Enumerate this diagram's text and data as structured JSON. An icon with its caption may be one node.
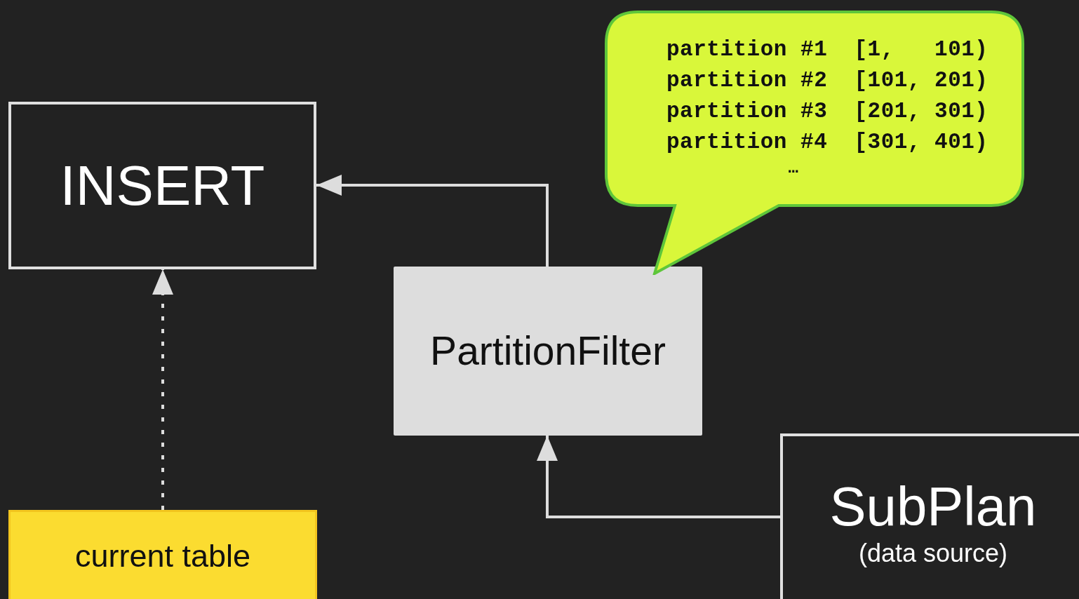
{
  "diagram": {
    "nodes": [
      {
        "text": [
          "INSERT"
        ]
      },
      {
        "text": [
          "PartitionFilter"
        ]
      },
      {
        "text": [
          "SubPlan",
          "(data source)"
        ]
      },
      {
        "text": [
          "current table"
        ]
      },
      {
        "text": [
          "partition #1  [1,   101)",
          "partition #2  [101, 201)",
          "partition #3  [201, 301)",
          "partition #4  [301, 401)",
          "…"
        ]
      }
    ],
    "edges": [
      {
        "from": 1,
        "to": 0,
        "arrow": "to"
      },
      {
        "from": 2,
        "to": 1,
        "arrow": "to"
      },
      {
        "from": 3,
        "to": 0,
        "arrow": "to",
        "style": "dashed"
      }
    ]
  }
}
